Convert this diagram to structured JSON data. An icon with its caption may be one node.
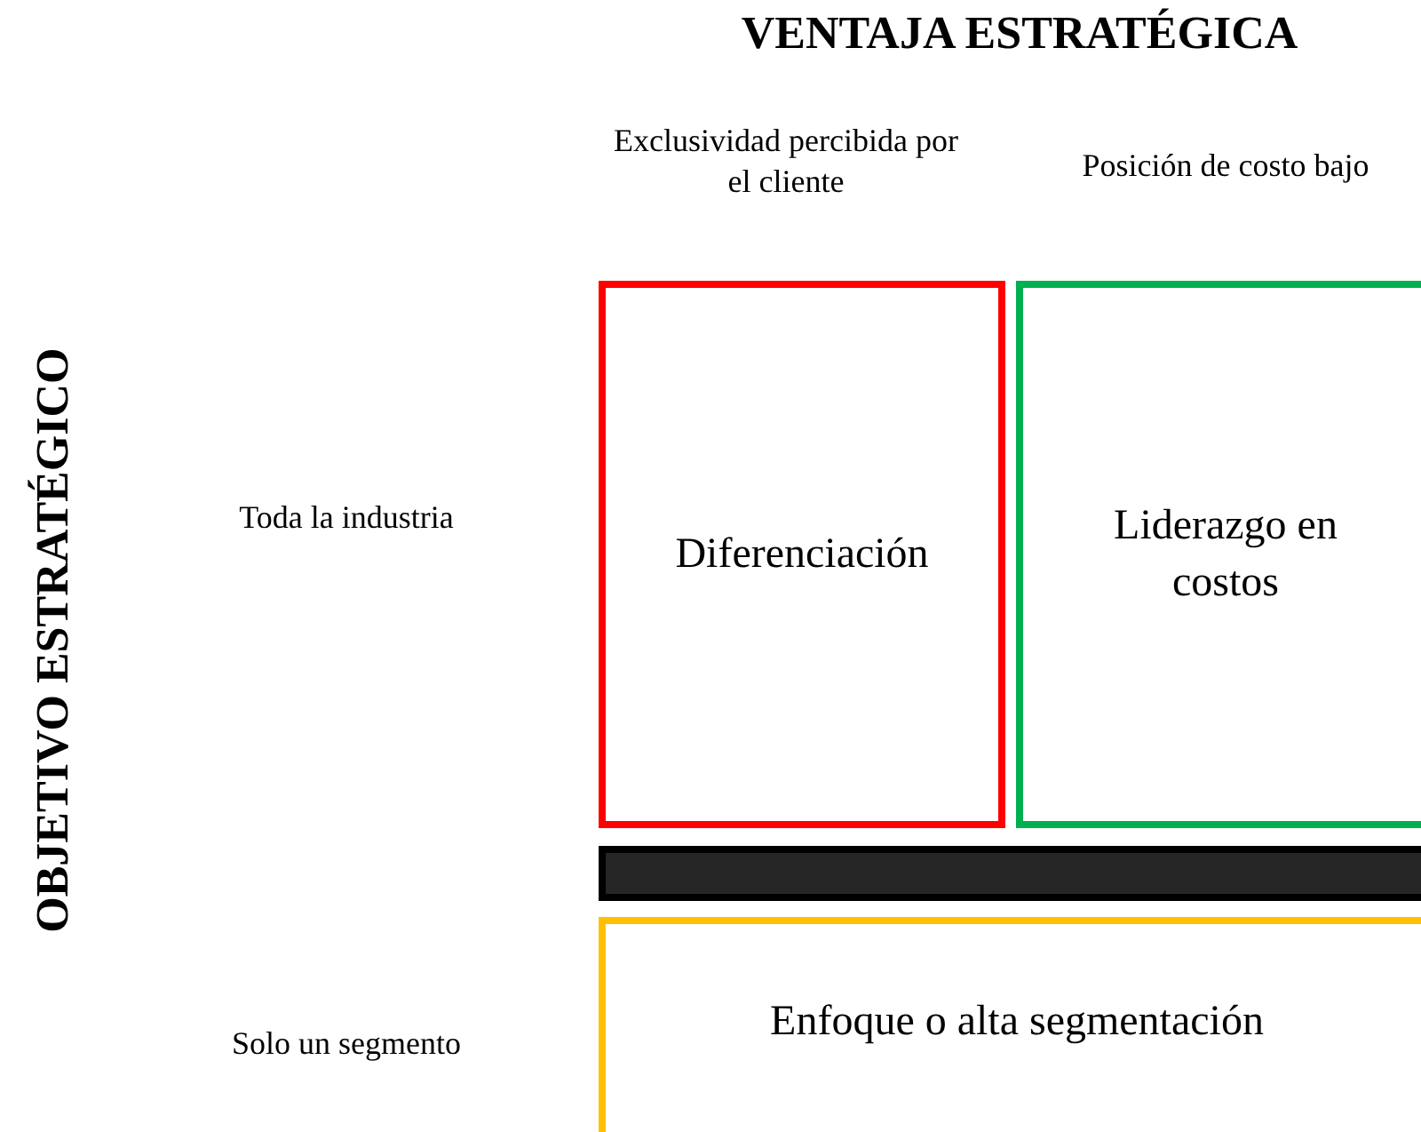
{
  "diagram": {
    "title": "VENTAJA ESTRATÉGICA",
    "nodes": [
      {
        "text": [
          "Diferenciación"
        ]
      },
      {
        "text": [
          "Liderazgo en costos"
        ]
      },
      {
        "text": [],
        "shape": "bar"
      },
      {
        "text": [
          "Enfoque o alta segmentación"
        ]
      }
    ],
    "labels": [
      "OBJETIVO ESTRATÉGICO",
      "Exclusividad percibida por el cliente",
      "Posición de costo bajo",
      "Toda la industria",
      "Solo un segmento"
    ]
  }
}
